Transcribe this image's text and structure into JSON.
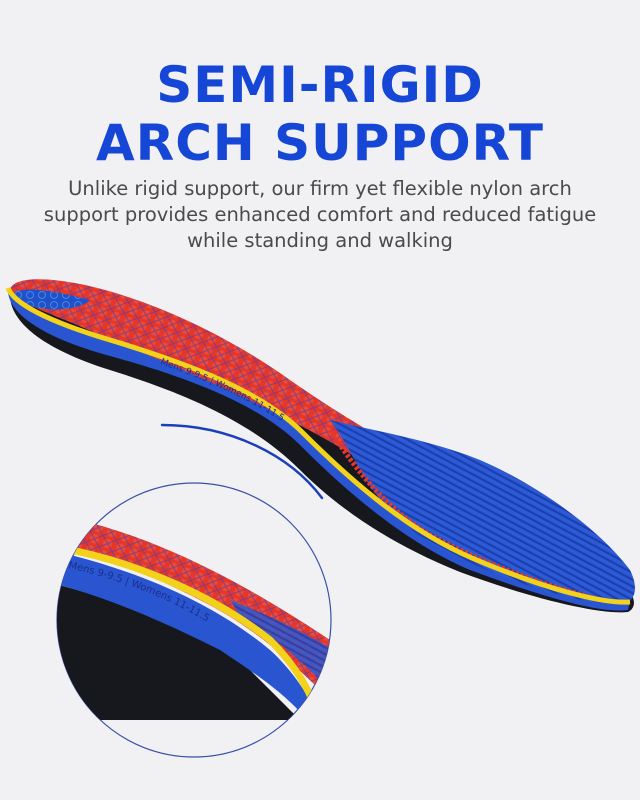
{
  "headline": {
    "line1": "SEMI-RIGID",
    "line2": "ARCH SUPPORT"
  },
  "subtitle": {
    "line1": "Unlike rigid support, our firm yet flexible nylon arch",
    "line2": "support provides enhanced comfort and reduced fatigue",
    "line3": "while standing and walking"
  },
  "product": {
    "size_print": "Mens 9-9.5 | Womens 11-11.5",
    "size_print_zoom": "Mens 9-9.5 | Womens 11-11.5"
  },
  "colors": {
    "background": "#f1f1f3",
    "headline": "#1646d6",
    "body_text": "#4a4a4c",
    "insole_blue": "#2a55d0",
    "insole_red": "#e23a2e",
    "insole_yellow": "#f2d21a",
    "insole_base": "#16181d",
    "accent_arc": "#1a3fb8"
  }
}
